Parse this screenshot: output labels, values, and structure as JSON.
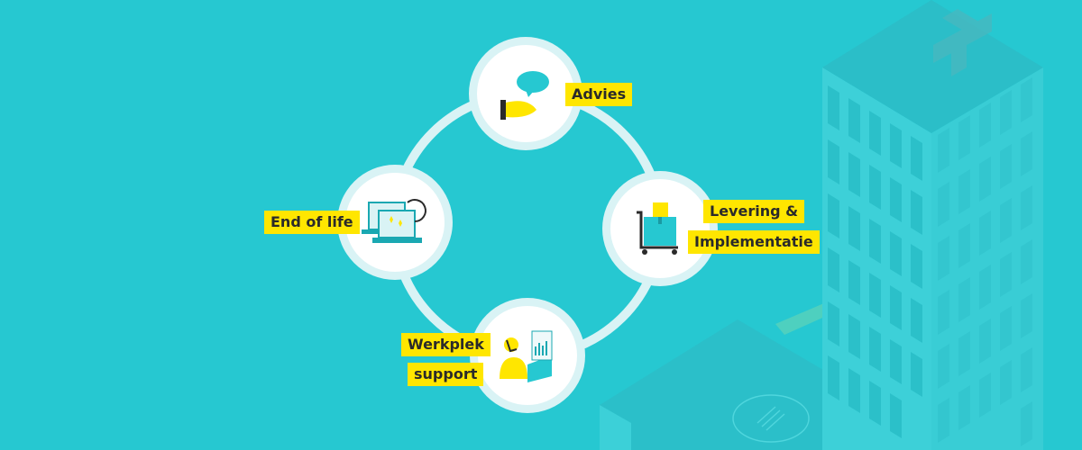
{
  "colors": {
    "background": "#26c8d1",
    "ring": "#d9f3f5",
    "label_bg": "#ffe600",
    "label_text": "#2a2a2a"
  },
  "cycle": [
    {
      "id": "advies",
      "lines": [
        "Advies"
      ],
      "icon": "hand-speech-bubble-icon"
    },
    {
      "id": "levering",
      "lines": [
        "Levering &",
        "Implementatie"
      ],
      "icon": "cart-boxes-icon"
    },
    {
      "id": "werkplek",
      "lines": [
        "Werkplek",
        "support"
      ],
      "icon": "helpdesk-agent-icon"
    },
    {
      "id": "end-of-life",
      "lines": [
        "End of life"
      ],
      "icon": "laptops-recycle-icon"
    }
  ]
}
